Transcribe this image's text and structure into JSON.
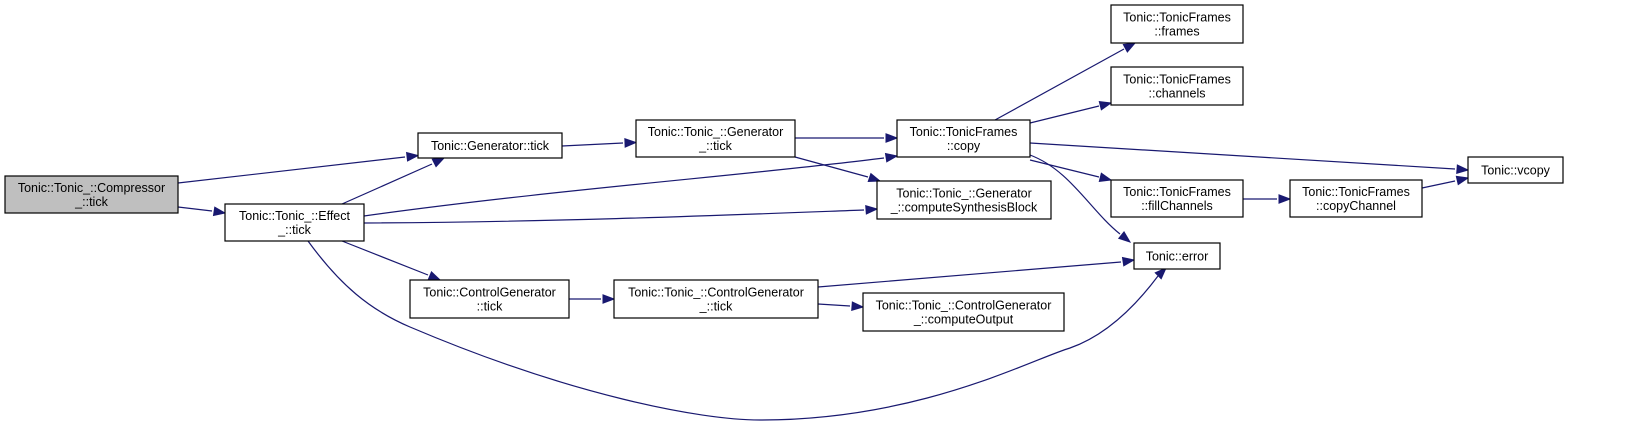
{
  "diagram": {
    "nodes": [
      {
        "id": "compressor_tick",
        "lines": [
          "Tonic::Tonic_::Compressor",
          "_::tick"
        ],
        "highlighted": true
      },
      {
        "id": "effect_tick",
        "lines": [
          "Tonic::Tonic_::Effect",
          "_::tick"
        ]
      },
      {
        "id": "generator_tick",
        "lines": [
          "Tonic::Generator::tick"
        ]
      },
      {
        "id": "generator__tick",
        "lines": [
          "Tonic::Tonic_::Generator",
          "_::tick"
        ]
      },
      {
        "id": "tonicframes_copy",
        "lines": [
          "Tonic::TonicFrames",
          "::copy"
        ]
      },
      {
        "id": "compute_synthesis",
        "lines": [
          "Tonic::Tonic_::Generator",
          "_::computeSynthesisBlock"
        ]
      },
      {
        "id": "tonicframes_frames",
        "lines": [
          "Tonic::TonicFrames",
          "::frames"
        ]
      },
      {
        "id": "tonicframes_channels",
        "lines": [
          "Tonic::TonicFrames",
          "::channels"
        ]
      },
      {
        "id": "tonicframes_fillchannels",
        "lines": [
          "Tonic::TonicFrames",
          "::fillChannels"
        ]
      },
      {
        "id": "tonicframes_copychannel",
        "lines": [
          "Tonic::TonicFrames",
          "::copyChannel"
        ]
      },
      {
        "id": "vcopy",
        "lines": [
          "Tonic::vcopy"
        ]
      },
      {
        "id": "error",
        "lines": [
          "Tonic::error"
        ]
      },
      {
        "id": "controlgen_tick",
        "lines": [
          "Tonic::ControlGenerator",
          "::tick"
        ]
      },
      {
        "id": "controlgen__tick",
        "lines": [
          "Tonic::Tonic_::ControlGenerator",
          "_::tick"
        ]
      },
      {
        "id": "compute_output",
        "lines": [
          "Tonic::Tonic_::ControlGenerator",
          "_::computeOutput"
        ]
      }
    ],
    "edges": [
      [
        "compressor_tick",
        "generator_tick"
      ],
      [
        "compressor_tick",
        "effect_tick"
      ],
      [
        "effect_tick",
        "generator_tick"
      ],
      [
        "effect_tick",
        "tonicframes_copy"
      ],
      [
        "effect_tick",
        "compute_synthesis"
      ],
      [
        "effect_tick",
        "controlgen_tick"
      ],
      [
        "effect_tick",
        "error"
      ],
      [
        "generator_tick",
        "generator__tick"
      ],
      [
        "generator__tick",
        "tonicframes_copy"
      ],
      [
        "generator__tick",
        "compute_synthesis"
      ],
      [
        "tonicframes_copy",
        "tonicframes_frames"
      ],
      [
        "tonicframes_copy",
        "tonicframes_channels"
      ],
      [
        "tonicframes_copy",
        "vcopy"
      ],
      [
        "tonicframes_copy",
        "tonicframes_fillchannels"
      ],
      [
        "tonicframes_copy",
        "error"
      ],
      [
        "tonicframes_fillchannels",
        "tonicframes_copychannel"
      ],
      [
        "tonicframes_copychannel",
        "vcopy"
      ],
      [
        "controlgen_tick",
        "controlgen__tick"
      ],
      [
        "controlgen__tick",
        "error"
      ],
      [
        "controlgen__tick",
        "compute_output"
      ]
    ]
  }
}
